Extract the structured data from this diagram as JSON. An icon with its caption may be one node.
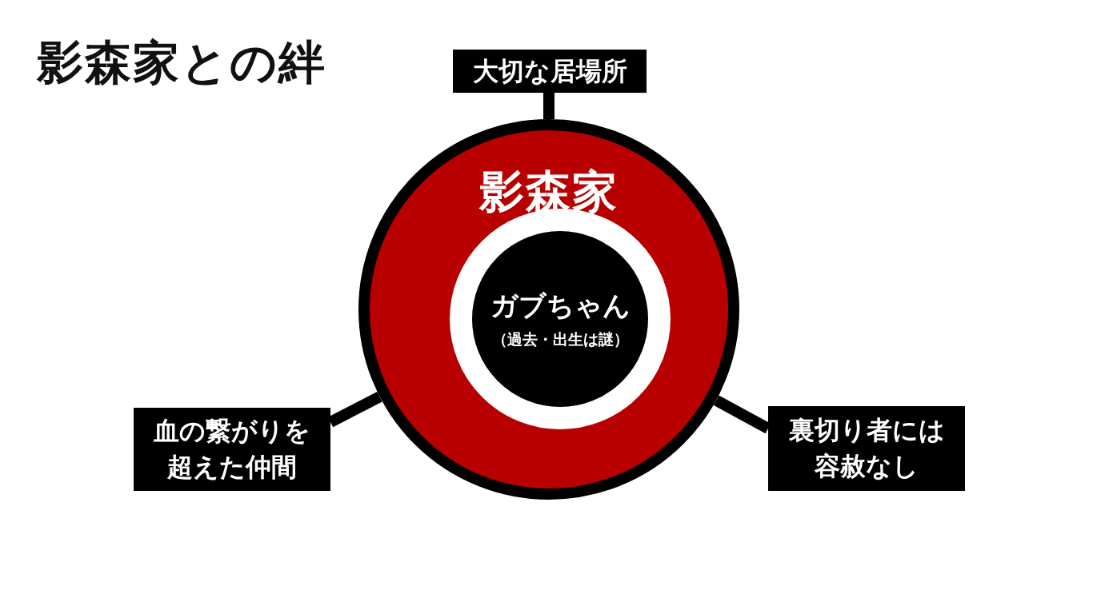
{
  "diagram": {
    "title": "影森家との絆",
    "nodes": [
      {
        "text": [
          "影森家"
        ]
      },
      {
        "text": [
          "ガブちゃん",
          "（過去・出生は謎）"
        ],
        "in": 0
      },
      {
        "text": [
          "大切な居場所"
        ]
      },
      {
        "text": [
          "血の繋がりを超えた仲間"
        ]
      },
      {
        "text": [
          "裏切り者には容赦なし"
        ]
      }
    ],
    "edges": [
      {
        "from": 0,
        "to": 2,
        "arrow": "none"
      },
      {
        "from": 0,
        "to": 3,
        "arrow": "none"
      },
      {
        "from": 0,
        "to": 4,
        "arrow": "none"
      }
    ]
  }
}
